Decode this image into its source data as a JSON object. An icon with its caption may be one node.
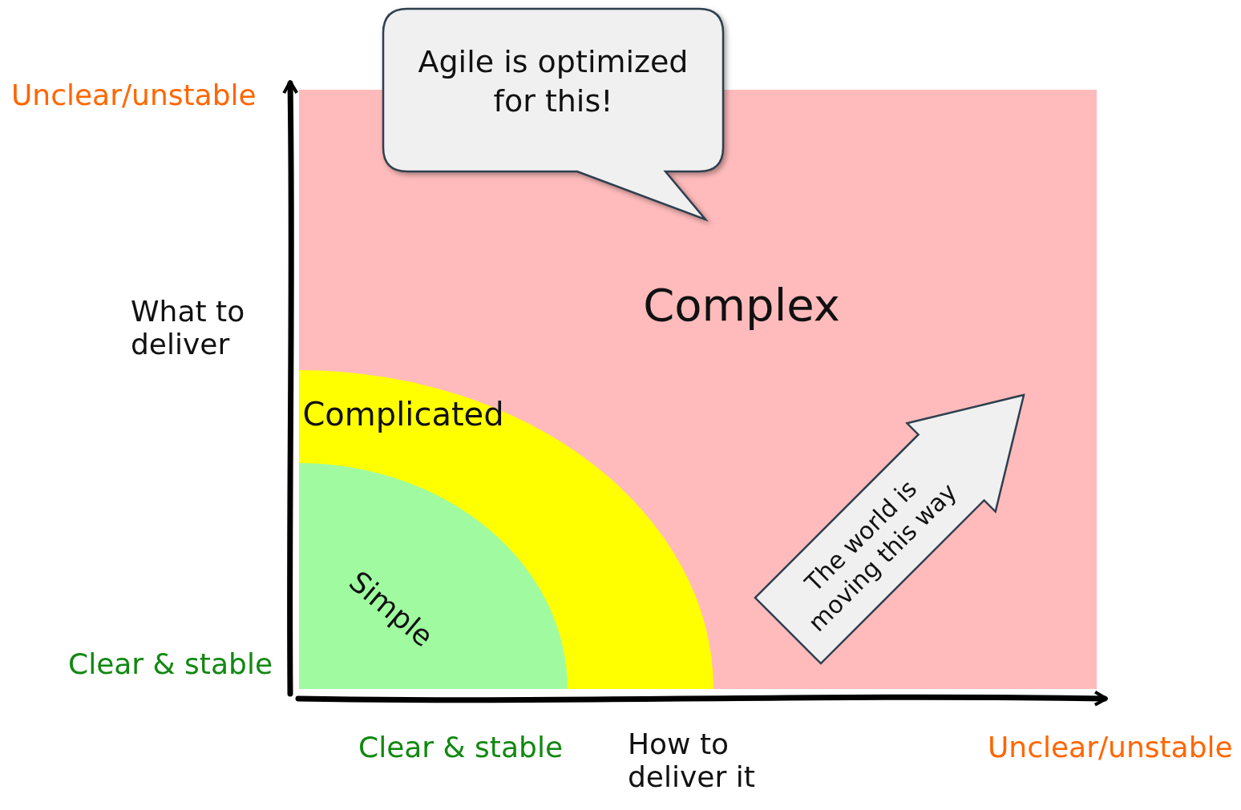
{
  "diagram": {
    "nodes": [
      {
        "text": [
          "Agile is optimized for this!"
        ]
      },
      {
        "text": [
          "Complex"
        ]
      },
      {
        "text": [
          "Complicated"
        ],
        "in": 1
      },
      {
        "text": [
          "Simple"
        ],
        "in": 2
      },
      {
        "text": [
          "The world is moving this way"
        ],
        "in": 1
      }
    ],
    "labels": [
      "Unclear/unstable",
      "What to deliver",
      "Clear & stable",
      "Clear & stable",
      "How to deliver it",
      "Unclear/unstable"
    ]
  }
}
